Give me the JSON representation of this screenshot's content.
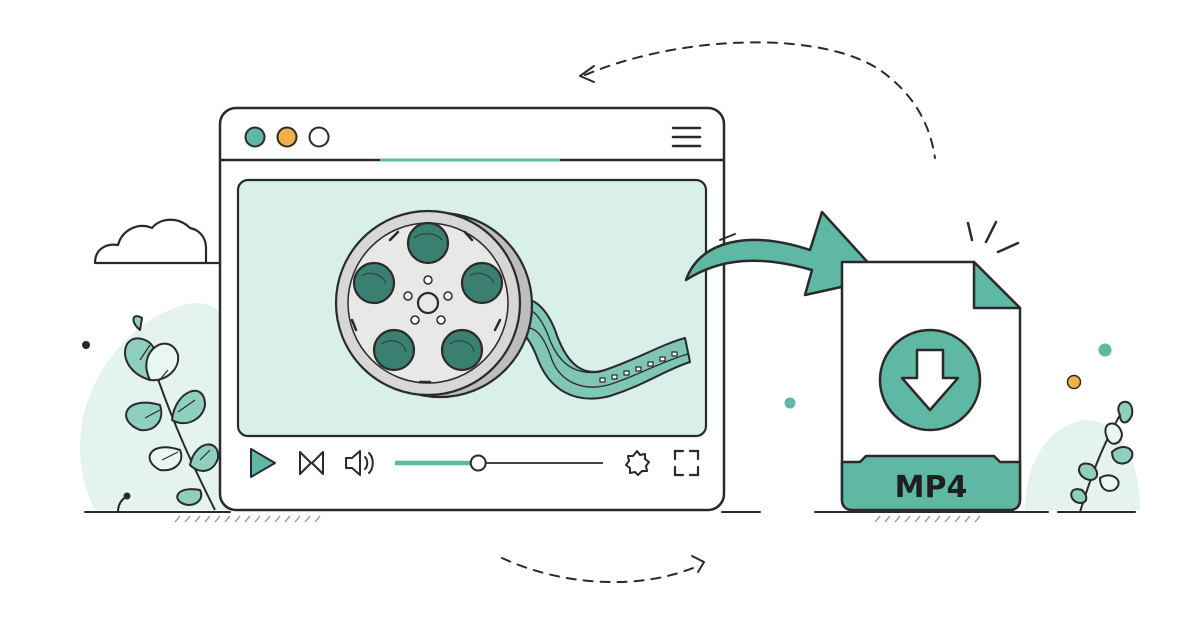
{
  "colors": {
    "teal": "#5fb8a4",
    "teal_light": "#d9efe9",
    "teal_pale": "#e4f3ee",
    "orange": "#f2b04a",
    "outline": "#2a2a2a",
    "reel_silver": "#d7d7d5"
  },
  "window": {
    "traffic_lights": [
      "teal",
      "orange",
      "white"
    ],
    "menu_icon": "hamburger-icon"
  },
  "player": {
    "controls": [
      "play-icon",
      "skip-icon",
      "volume-icon",
      "settings-icon",
      "fullscreen-icon"
    ],
    "progress": 0.4
  },
  "file": {
    "format_label": "MP4",
    "icon": "download-arrow-icon"
  }
}
